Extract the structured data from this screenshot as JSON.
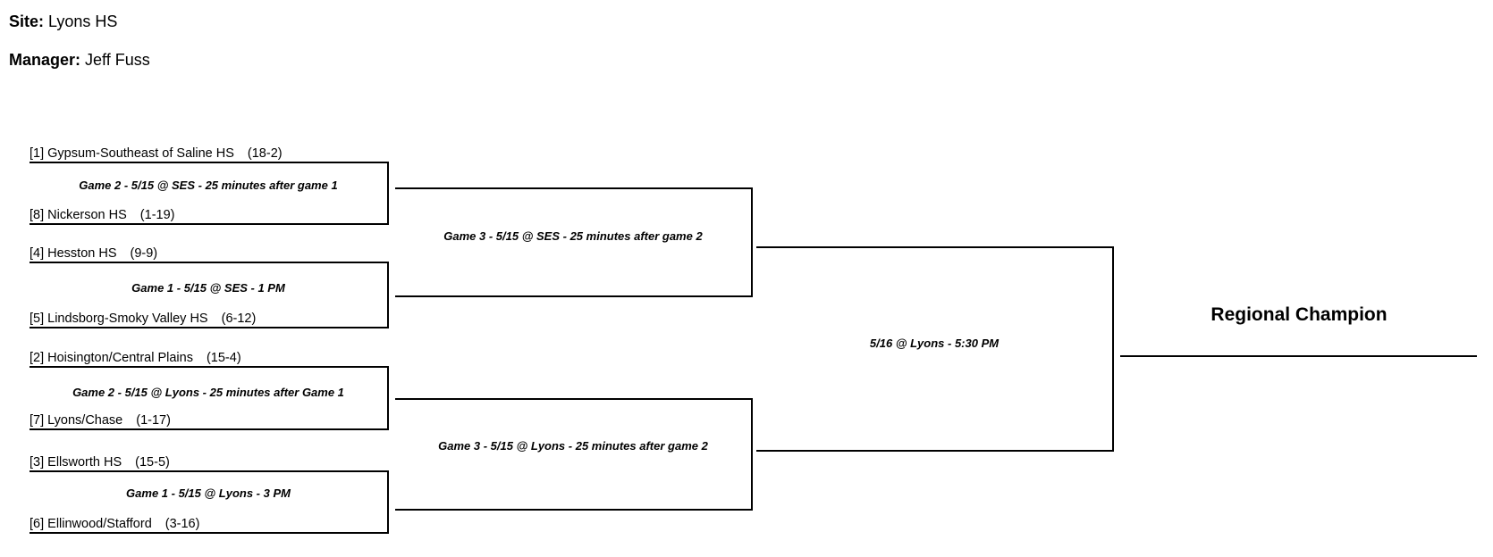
{
  "meta": {
    "site_label": "Site:",
    "site_value": "Lyons HS",
    "manager_label": "Manager:",
    "manager_value": "Jeff Fuss"
  },
  "bracket": {
    "round1": [
      {
        "game": "Game 2 - 5/15 @ SES - 25 minutes after game 1",
        "top": {
          "label": "[1] Gypsum-Southeast of Saline HS",
          "record": "(18-2)"
        },
        "bottom": {
          "label": "[8] Nickerson HS",
          "record": "(1-19)"
        }
      },
      {
        "game": "Game 1 - 5/15 @ SES - 1 PM",
        "top": {
          "label": "[4] Hesston HS",
          "record": "(9-9)"
        },
        "bottom": {
          "label": "[5] Lindsborg-Smoky Valley HS",
          "record": "(6-12)"
        }
      },
      {
        "game": "Game 2 - 5/15 @ Lyons - 25 minutes after Game 1",
        "top": {
          "label": "[2] Hoisington/Central Plains",
          "record": "(15-4)"
        },
        "bottom": {
          "label": "[7] Lyons/Chase",
          "record": "(1-17)"
        }
      },
      {
        "game": "Game 1 - 5/15 @ Lyons - 3 PM",
        "top": {
          "label": "[3] Ellsworth HS",
          "record": "(15-5)"
        },
        "bottom": {
          "label": "[6] Ellinwood/Stafford",
          "record": "(3-16)"
        }
      }
    ],
    "round2": [
      {
        "game": "Game 3 - 5/15 @ SES - 25 minutes after game 2"
      },
      {
        "game": "Game 3 - 5/15 @ Lyons - 25 minutes after game 2"
      }
    ],
    "final": {
      "game": "5/16 @ Lyons - 5:30 PM"
    },
    "champion": {
      "label": "Regional Champion"
    }
  },
  "colors": {
    "background": "#ffffff",
    "text": "#000000",
    "line": "#000000"
  }
}
